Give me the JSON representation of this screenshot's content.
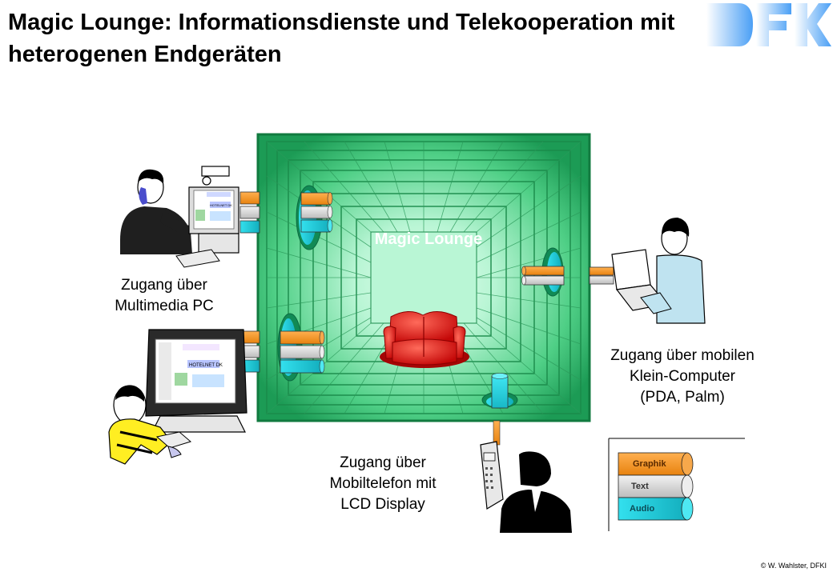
{
  "title": "Magic Lounge: Informationsdienste und Telekooperation mit heterogenen Endgeräten",
  "logo_text": "DFKI",
  "lounge_label": "Magic Lounge",
  "captions": {
    "pc_line1": "Zugang über",
    "pc_line2": "Multimedia PC",
    "pda_line1": "Zugang über mobilen",
    "pda_line2": "Klein-Computer",
    "pda_line3": "(PDA, Palm)",
    "phone_line1": "Zugang über",
    "phone_line2": "Mobiltelefon mit",
    "phone_line3": "LCD Display"
  },
  "legend": {
    "graphik": "Graphik",
    "text": "Text",
    "audio": "Audio"
  },
  "screen_texts": {
    "hotelnet": "HOTELNET DK"
  },
  "copyright": "© W. Wahlster, DFKI",
  "colors": {
    "graphik": "#f7941d",
    "text": "#d9d9d9",
    "audio": "#22d8e6",
    "room_border": "#1a8a4a",
    "room_center": "#9ff0c4",
    "sofa": "#e01010"
  }
}
